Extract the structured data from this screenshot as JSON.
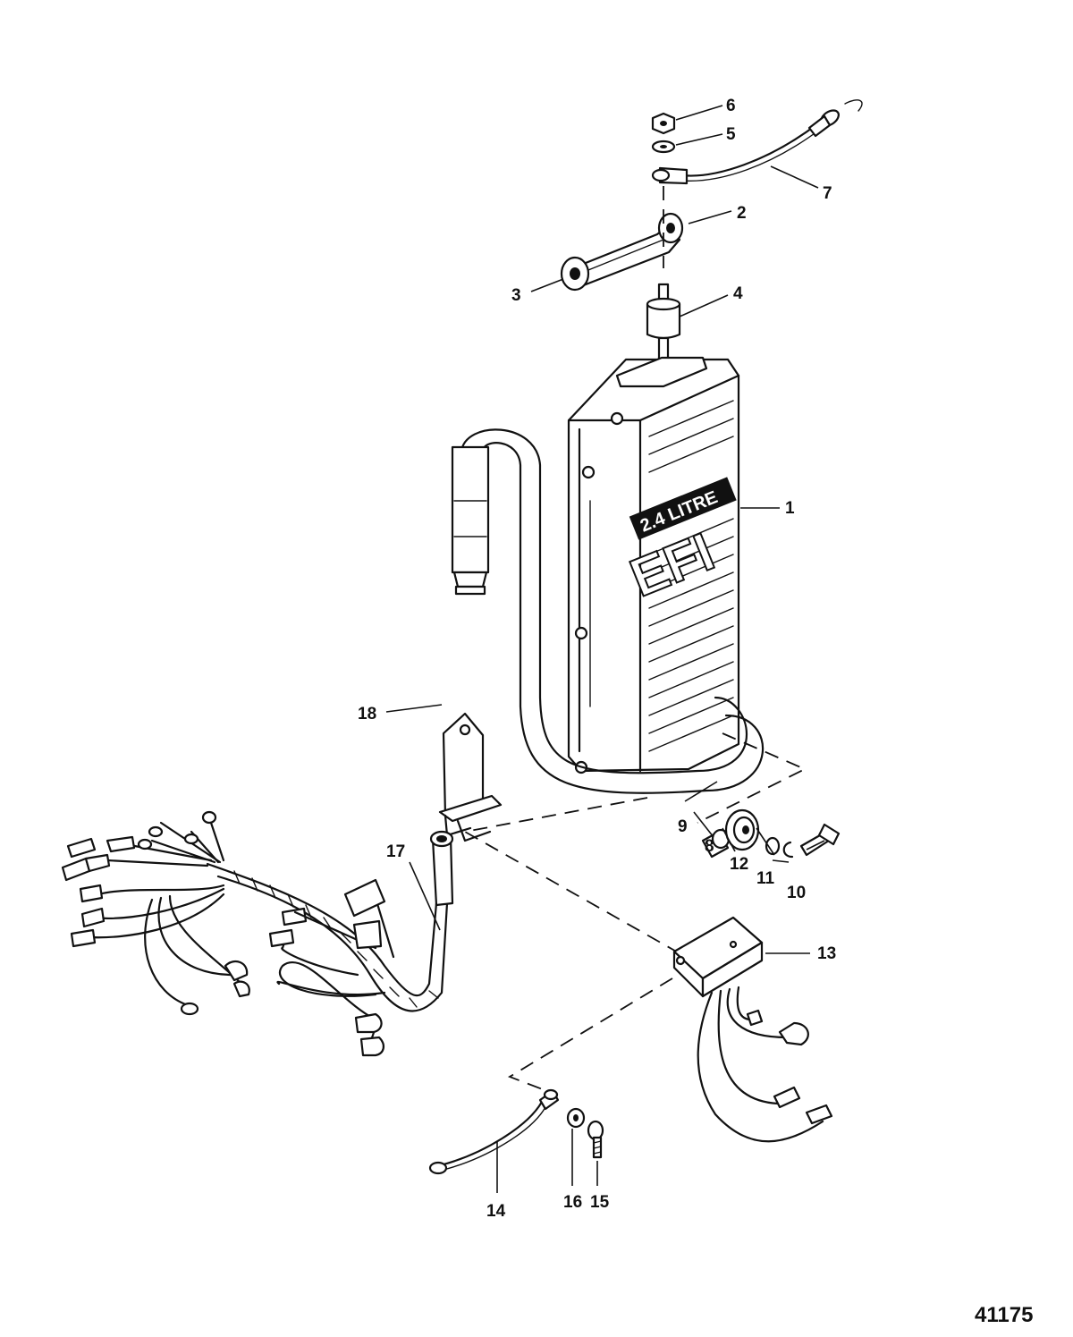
{
  "module_label": {
    "top": "2.4 LITRE",
    "big": "EFI"
  },
  "figure_number": "41175",
  "callouts": [
    {
      "id": "c1",
      "text": "1"
    },
    {
      "id": "c2",
      "text": "2"
    },
    {
      "id": "c3",
      "text": "3"
    },
    {
      "id": "c4",
      "text": "4"
    },
    {
      "id": "c5",
      "text": "5"
    },
    {
      "id": "c6",
      "text": "6"
    },
    {
      "id": "c7",
      "text": "7"
    },
    {
      "id": "c8",
      "text": "8"
    },
    {
      "id": "c9",
      "text": "9"
    },
    {
      "id": "c10",
      "text": "10"
    },
    {
      "id": "c11",
      "text": "11"
    },
    {
      "id": "c12",
      "text": "12"
    },
    {
      "id": "c13",
      "text": "13"
    },
    {
      "id": "c14",
      "text": "14"
    },
    {
      "id": "c15",
      "text": "15"
    },
    {
      "id": "c16",
      "text": "16"
    },
    {
      "id": "c17",
      "text": "17"
    },
    {
      "id": "c18",
      "text": "18"
    }
  ]
}
